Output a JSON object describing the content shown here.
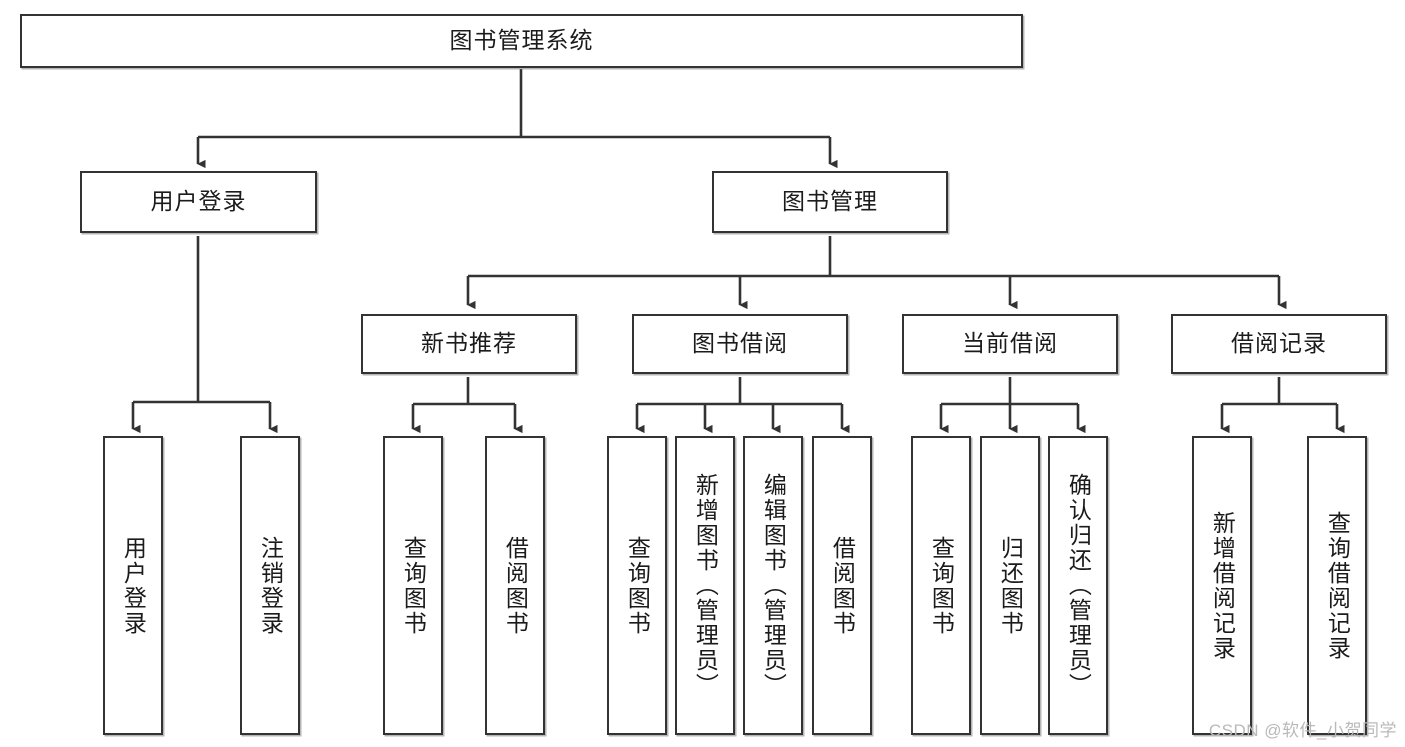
{
  "diagram": {
    "type": "tree",
    "title": "图书管理系统",
    "watermark": "CSDN @软件_小贺同学",
    "nodes": {
      "root": {
        "label": "图书管理系统"
      },
      "level2": [
        {
          "id": "user-login",
          "label": "用户登录"
        },
        {
          "id": "book-manage",
          "label": "图书管理"
        }
      ],
      "level3": [
        {
          "id": "new-book-recommend",
          "label": "新书推荐"
        },
        {
          "id": "book-borrow",
          "label": "图书借阅"
        },
        {
          "id": "current-borrow",
          "label": "当前借阅"
        },
        {
          "id": "borrow-record",
          "label": "借阅记录"
        }
      ],
      "leaves": {
        "user-login": [
          {
            "id": "leaf-user-login",
            "label": "用户登录"
          },
          {
            "id": "leaf-logout-login",
            "label": "注销登录"
          }
        ],
        "new-book-recommend": [
          {
            "id": "leaf-query-book-1",
            "label": "查询图书"
          },
          {
            "id": "leaf-borrow-book-1",
            "label": "借阅图书"
          }
        ],
        "book-borrow": [
          {
            "id": "leaf-query-book-2",
            "label": "查询图书"
          },
          {
            "id": "leaf-add-book",
            "label": "新增图书（管理员）"
          },
          {
            "id": "leaf-edit-book",
            "label": "编辑图书（管理员）"
          },
          {
            "id": "leaf-borrow-book-2",
            "label": "借阅图书"
          }
        ],
        "current-borrow": [
          {
            "id": "leaf-query-book-3",
            "label": "查询图书"
          },
          {
            "id": "leaf-return-book",
            "label": "归还图书"
          },
          {
            "id": "leaf-confirm-return",
            "label": "确认归还（管理员）"
          }
        ],
        "borrow-record": [
          {
            "id": "leaf-add-record",
            "label": "新增借阅记录"
          },
          {
            "id": "leaf-query-record",
            "label": "查询借阅记录"
          }
        ]
      }
    },
    "colors": {
      "stroke": "#333333",
      "fill": "#ffffff",
      "text": "#1b1b1b",
      "watermark": "#b9b9b9"
    }
  }
}
